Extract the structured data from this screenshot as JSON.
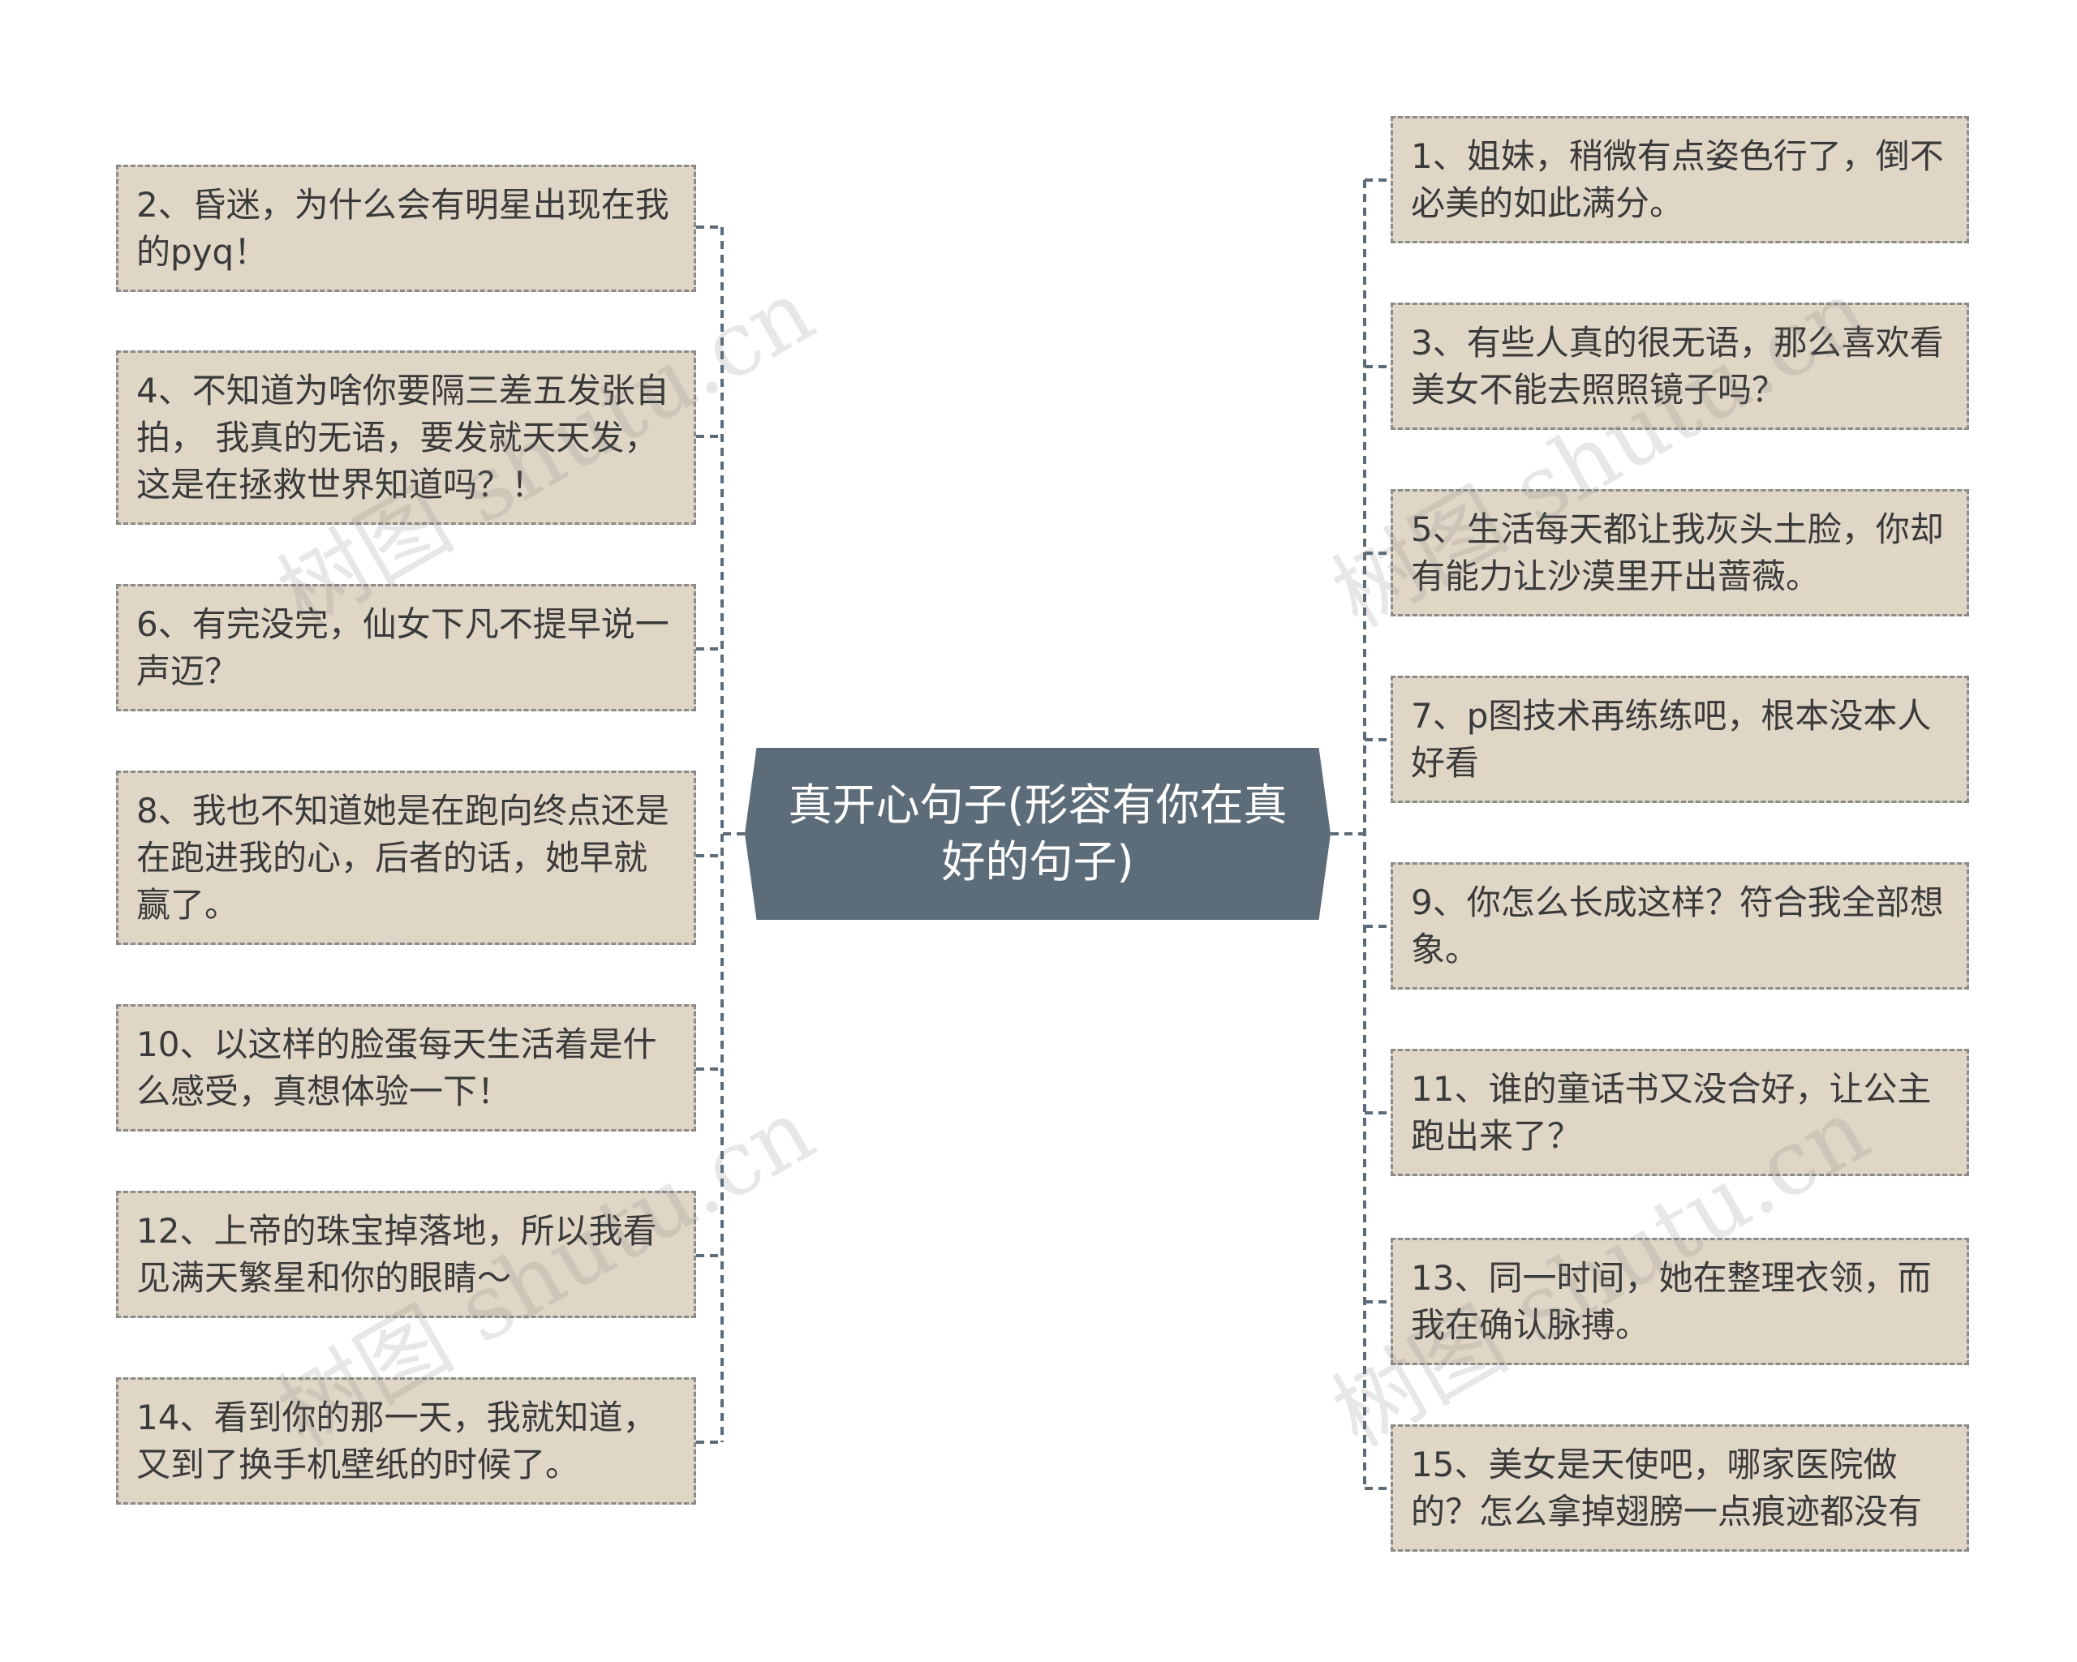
{
  "center": {
    "label": "真开心句子(形容有你在真好的句子)"
  },
  "left_nodes": [
    {
      "text": "2、昏迷，为什么会有明星出现在我的pyq！"
    },
    {
      "text": "4、不知道为啥你要隔三差五发张自拍， 我真的无语，要发就天天发，这是在拯救世界知道吗？！"
    },
    {
      "text": "6、有完没完，仙女下凡不提早说一声迈？"
    },
    {
      "text": "8、我也不知道她是在跑向终点还是在跑进我的心，后者的话，她早就赢了。"
    },
    {
      "text": "10、以这样的脸蛋每天生活着是什么感受，真想体验一下！"
    },
    {
      "text": "12、上帝的珠宝掉落地，所以我看见满天繁星和你的眼睛～"
    },
    {
      "text": "14、看到你的那一天，我就知道，又到了换手机壁纸的时候了。"
    }
  ],
  "right_nodes": [
    {
      "text": "1、姐妹，稍微有点姿色行了，倒不必美的如此满分。"
    },
    {
      "text": "3、有些人真的很无语，那么喜欢看美女不能去照照镜子吗？"
    },
    {
      "text": "5、生活每天都让我灰头土脸，你却有能力让沙漠里开出蔷薇。"
    },
    {
      "text": "7、p图技术再练练吧，根本没本人好看"
    },
    {
      "text": "9、你怎么长成这样？符合我全部想象。"
    },
    {
      "text": "11、谁的童话书又没合好，让公主跑出来了？"
    },
    {
      "text": "13、同一时间，她在整理衣领，而我在确认脉搏。"
    },
    {
      "text": "15、美女是天使吧，哪家医院做的？怎么拿掉翅膀一点痕迹都没有"
    }
  ],
  "watermarks": [
    "树图 shutu.cn",
    "树图 shutu.cn",
    "树图 shutu.cn",
    "树图 shutu.cn"
  ],
  "colors": {
    "node_fill": "#e0d6c6",
    "node_border": "#8a8a8a",
    "center_fill": "#5c6c78",
    "center_text": "#ffffff",
    "connector": "#5c6c78"
  }
}
